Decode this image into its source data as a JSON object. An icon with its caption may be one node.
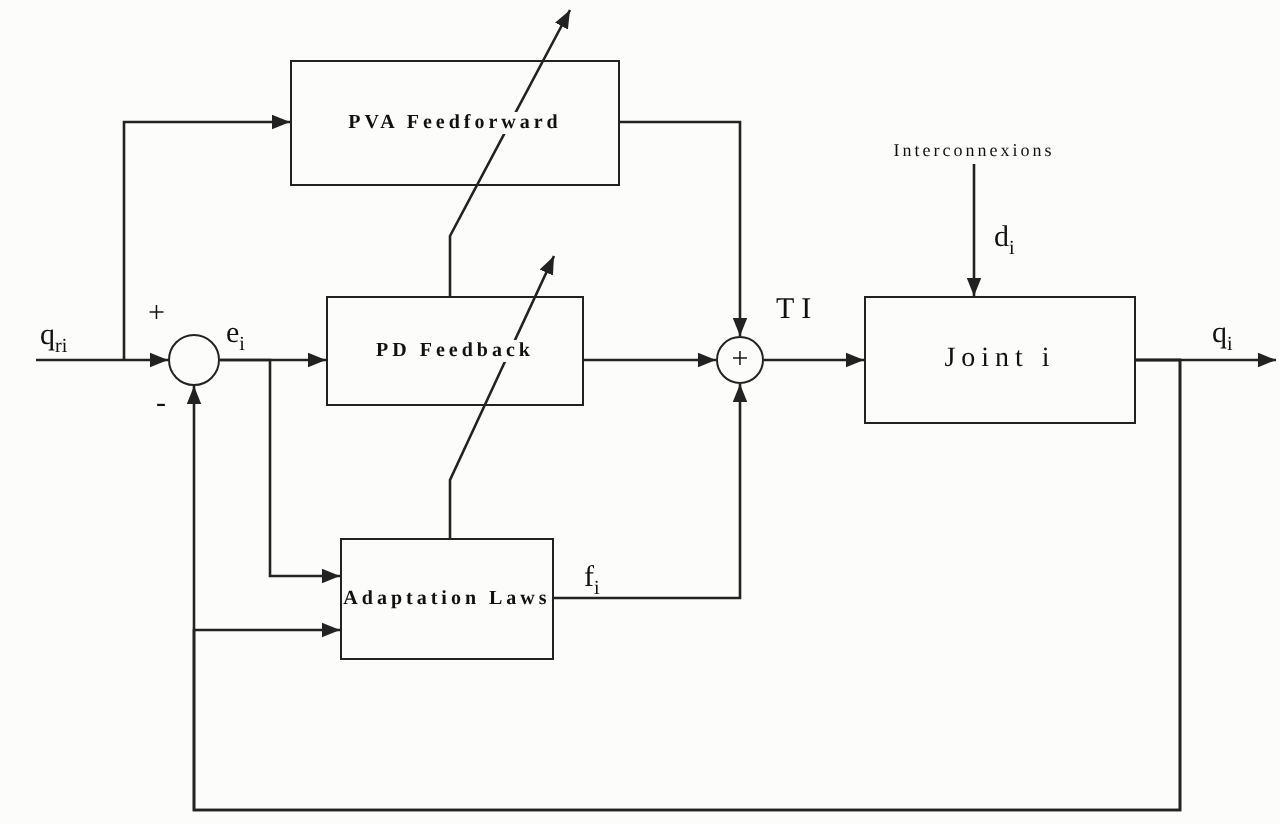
{
  "diagram": {
    "nodes": [
      {
        "text": [
          "PVA Feedforward"
        ]
      },
      {
        "text": [
          "PD Feedback"
        ]
      },
      {
        "text": [
          "Adaptation Laws"
        ]
      },
      {
        "text": [],
        "shape": "circle",
        "beside": [
          "+",
          "-"
        ]
      },
      {
        "text": [
          "+"
        ]
      },
      {
        "text": [
          "Joint i"
        ]
      },
      {
        "text": [
          "Interconnexions"
        ]
      }
    ],
    "edges": [
      {
        "from": null,
        "to": 3,
        "arrow": "to",
        "label": "q$_{ri}$"
      },
      {
        "from": null,
        "to": 0,
        "arrow": "to"
      },
      {
        "from": 3,
        "to": 1,
        "arrow": "to",
        "label": "e$_{i}$"
      },
      {
        "from": 3,
        "to": 2,
        "arrow": "to"
      },
      {
        "from": 0,
        "to": 4,
        "arrow": "to"
      },
      {
        "from": 1,
        "to": 4,
        "arrow": "to"
      },
      {
        "from": 2,
        "to": 4,
        "arrow": "to",
        "label": "f$_{i}$"
      },
      {
        "from": 4,
        "to": 5,
        "arrow": "to",
        "label": "T I"
      },
      {
        "from": 6,
        "to": 5,
        "arrow": "to",
        "label": "d$_{i}$"
      },
      {
        "from": 5,
        "to": null,
        "arrow": "to",
        "label": "q$_{i}$"
      },
      {
        "from": 5,
        "to": 3,
        "arrow": "to"
      },
      {
        "from": 5,
        "to": 2,
        "arrow": "to"
      },
      {
        "from": 2,
        "to": 1,
        "arrow": "to"
      },
      {
        "from": 1,
        "to": 0,
        "arrow": "to"
      }
    ]
  }
}
